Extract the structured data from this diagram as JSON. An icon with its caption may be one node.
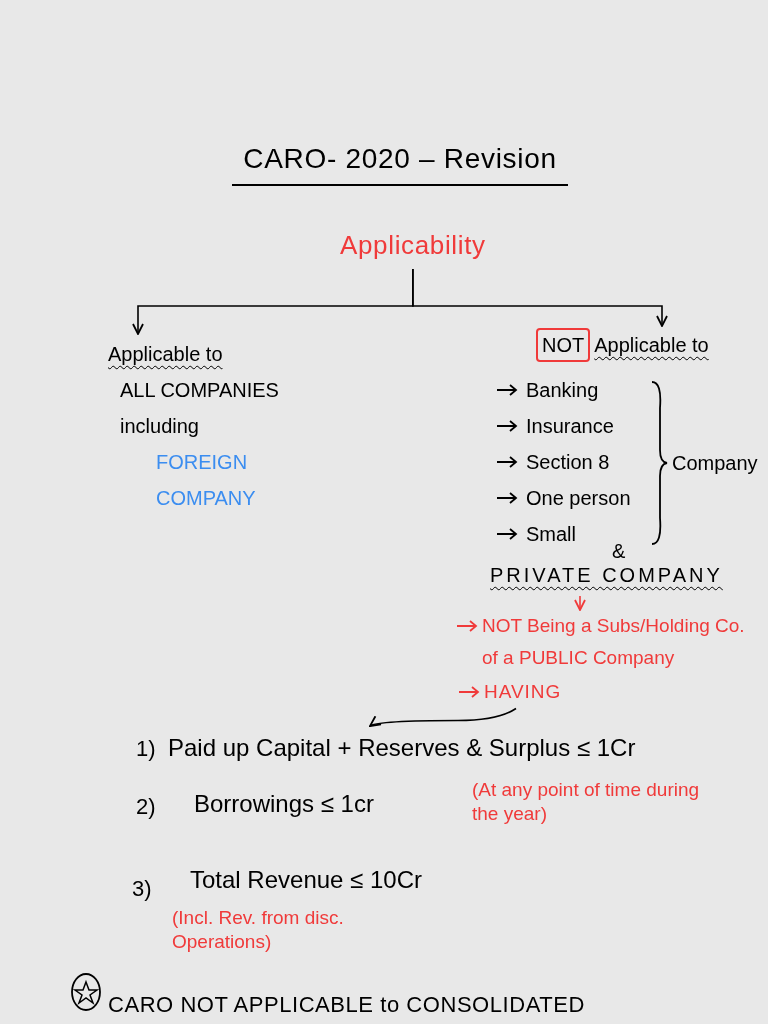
{
  "diagram": {
    "title": "CARO- 2020 – Revision",
    "nodes": [
      {
        "text": [
          "Applicability"
        ]
      },
      {
        "text": [
          "Applicable to",
          "ALL COMPANIES including",
          "FOREIGN COMPANY"
        ]
      },
      {
        "text": [
          "NOT",
          "Applicable to"
        ]
      },
      {
        "text": [
          "Banking",
          "Insurance",
          "Section 8",
          "One person",
          "Small"
        ],
        "beside": [
          "Company"
        ]
      },
      {
        "text": [
          "PRIVATE COMPANY"
        ]
      },
      {
        "text": [
          "NOT Being a Subs/Holding Co. of a PUBLIC Company"
        ]
      },
      {
        "text": [
          "HAVING"
        ]
      },
      {
        "text": [
          "1)",
          "Paid up Capital + Reserves & Surplus ≤ 1Cr",
          "2)",
          "Borrowings ≤ 1cr",
          "(At any point of time during the year)",
          "3)",
          "Total Revenue ≤ 10Cr",
          "(Incl. Rev. from disc. Operations)"
        ]
      }
    ],
    "edges": [
      {
        "from": 0,
        "to": 1,
        "arrow": "to"
      },
      {
        "from": 0,
        "to": 2,
        "arrow": "to"
      },
      {
        "from": 4,
        "to": 5,
        "arrow": "to",
        "color": "#f03a3a"
      },
      {
        "from": 6,
        "to": 7,
        "arrow": "to"
      }
    ],
    "labels": [
      "&",
      "CARO NOT APPLICABLE to CONSOLIDATED"
    ]
  }
}
